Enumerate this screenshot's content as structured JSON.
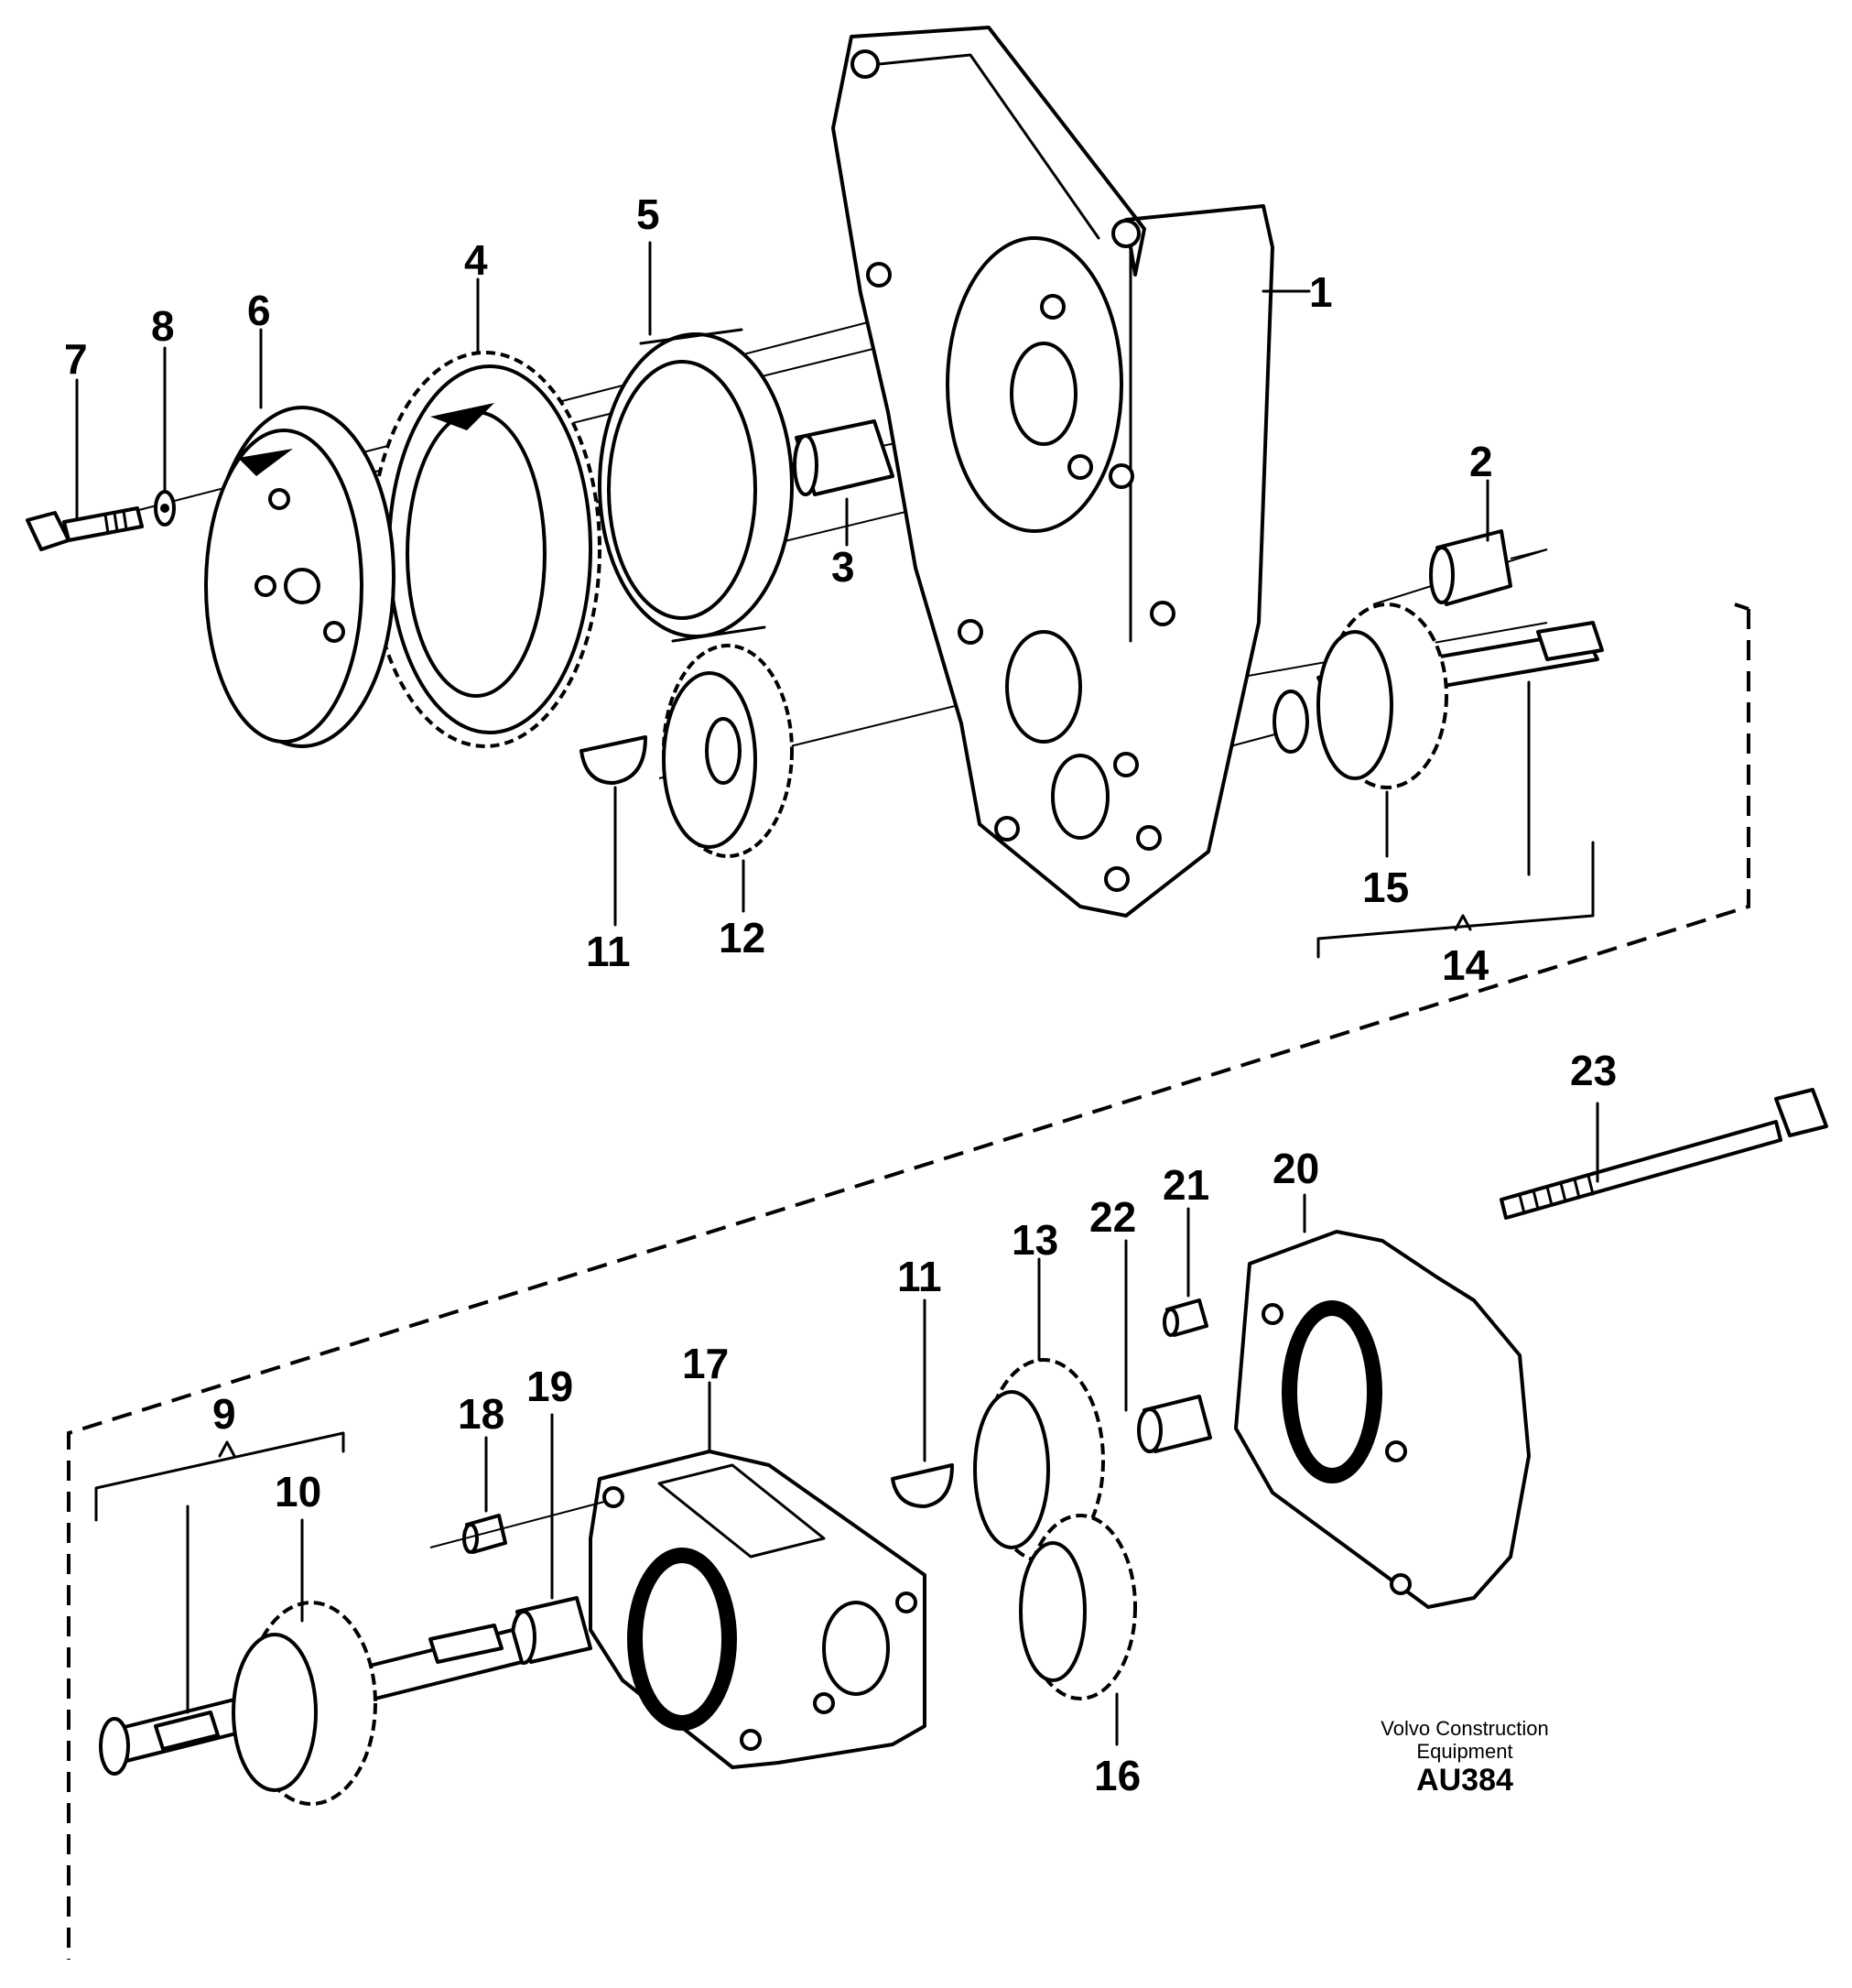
{
  "callouts": {
    "c1": "1",
    "c2": "2",
    "c3": "3",
    "c4": "4",
    "c5": "5",
    "c6": "6",
    "c7": "7",
    "c8": "8",
    "c9": "9",
    "c10": "10",
    "c11a": "11",
    "c11b": "11",
    "c12": "12",
    "c13": "13",
    "c14": "14",
    "c15": "15",
    "c16": "16",
    "c17": "17",
    "c18": "18",
    "c19": "19",
    "c20": "20",
    "c21": "21",
    "c22": "22",
    "c23": "23"
  },
  "caption": {
    "line1": "Volvo Construction",
    "line2": "Equipment",
    "drawing_id": "AU384"
  }
}
